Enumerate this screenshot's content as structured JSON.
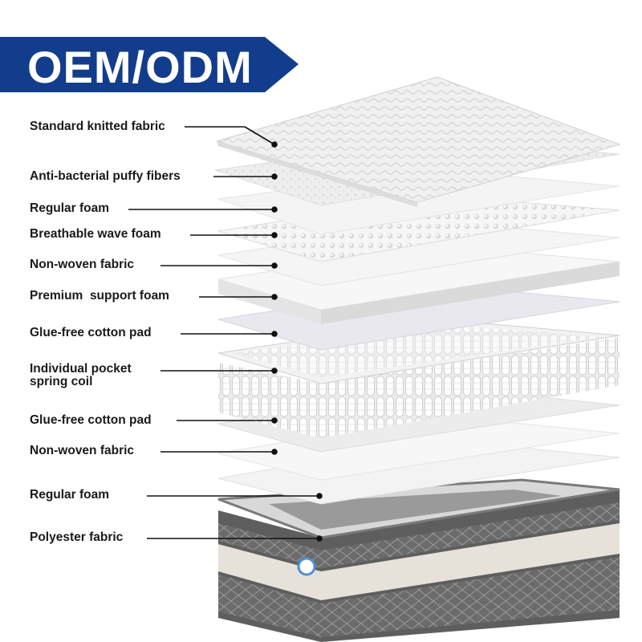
{
  "banner": {
    "title": "OEM/ODM",
    "color": "#123d8c"
  },
  "layers": [
    {
      "id": "standard-knitted-fabric",
      "label": "Standard knitted fabric"
    },
    {
      "id": "anti-bacterial-puffy-fibers",
      "label": "Anti-bacterial puffy fibers"
    },
    {
      "id": "regular-foam-top",
      "label": "Regular foam"
    },
    {
      "id": "breathable-wave-foam",
      "label": "Breathable wave foam"
    },
    {
      "id": "non-woven-fabric-top",
      "label": "Non-woven fabric"
    },
    {
      "id": "premium-support-foam",
      "label": "Premium  support foam"
    },
    {
      "id": "glue-free-cotton-pad-top",
      "label": "Glue-free cotton pad"
    },
    {
      "id": "individual-pocket-spring-coil",
      "label_lines": [
        "Individual pocket",
        "spring coil"
      ]
    },
    {
      "id": "glue-free-cotton-pad-bottom",
      "label": "Glue-free cotton pad"
    },
    {
      "id": "non-woven-fabric-bottom",
      "label": "Non-woven fabric"
    },
    {
      "id": "regular-foam-bottom",
      "label": "Regular foam"
    },
    {
      "id": "polyester-fabric",
      "label": "Polyester fabric"
    }
  ],
  "colors": {
    "label_text": "#1a1a1a",
    "leader_line": "#111111",
    "mattress_gray": "#6e6e6e",
    "mattress_light": "#d9d9d9"
  }
}
